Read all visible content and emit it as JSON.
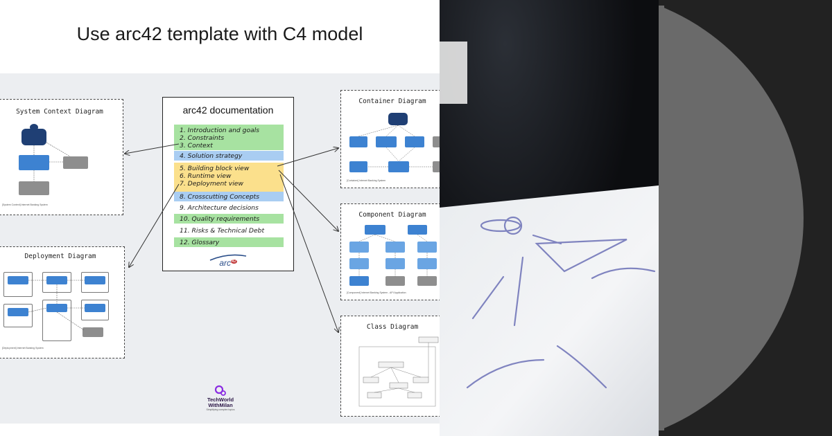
{
  "slide": {
    "title": "Use arc42 template with C4 model"
  },
  "diagrams": {
    "system_context": {
      "title": "System Context Diagram",
      "caption": "[System Context] Internet Banking System"
    },
    "deployment": {
      "title": "Deployment Diagram",
      "caption": "[Deployment] Internet Banking System"
    },
    "container": {
      "title": "Container Diagram",
      "caption": "[Container] Internet Banking System"
    },
    "component": {
      "title": "Component Diagram",
      "caption": "[Component] Internet Banking System - API Application"
    },
    "class": {
      "title": "Class Diagram"
    }
  },
  "doc": {
    "title": "arc42 documentation",
    "items": [
      "1. Introduction and goals",
      "2. Constraints",
      "3. Context",
      "4. Solution strategy",
      "5. Building block view",
      "6. Runtime view",
      "7. Deployment view",
      "8. Crosscutting Concepts",
      "9. Architecture decisions",
      "10. Quality requirements",
      "11. Risks & Technical Debt",
      "12. Glossary"
    ],
    "logo_text": "arc",
    "logo_badge": "42"
  },
  "brand": {
    "name_line1": "TechWorld",
    "name_line2": "WithMilan",
    "tagline": "Simplifying complex topics"
  },
  "colors": {
    "highlight_green": "#a7e2a1",
    "highlight_blue": "#a9cdf2",
    "highlight_yellow": "#fbe08c",
    "c4_blue": "#3d82d1",
    "c4_dark_blue": "#1f3f74",
    "c4_gray": "#8e8e8e",
    "canvas_bg": "#eceef1"
  }
}
